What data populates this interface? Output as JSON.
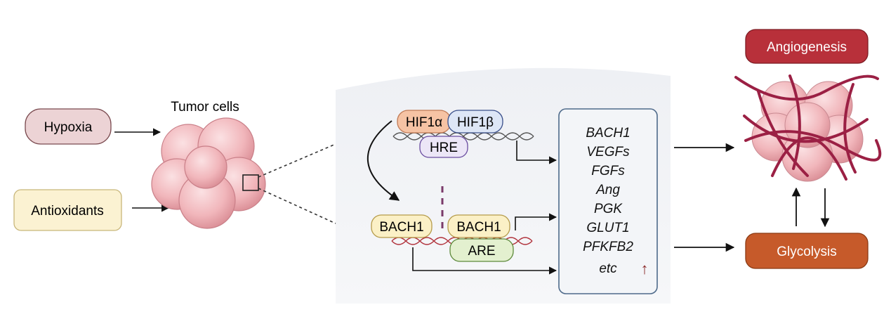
{
  "inputs": {
    "hypoxia": "Hypoxia",
    "antioxidants": "Antioxidants"
  },
  "tumor": {
    "title": "Tumor cells"
  },
  "complex": {
    "hif1a": "HIF1α",
    "hif1b": "HIF1β",
    "hre": "HRE",
    "bach1_free": "BACH1",
    "bach1_bound": "BACH1",
    "are": "ARE"
  },
  "targets": {
    "genes": [
      "BACH1",
      "VEGFs",
      "FGFs",
      "Ang",
      "PGK",
      "GLUT1",
      "PFKFB2",
      "etc"
    ],
    "up_arrow": "↑"
  },
  "outcomes": {
    "angiogenesis": "Angiogenesis",
    "glycolysis": "Glycolysis"
  },
  "colors": {
    "hypoxia_fill": "#ecd3d5",
    "antioxidant_fill": "#fbf2d2",
    "hif1a_fill": "#f6c3a4",
    "hif1b_fill": "#dde6f6",
    "hre_fill": "#ece6f7",
    "bach1_fill": "#fbf0c6",
    "are_fill": "#e3f0cf",
    "angiogenesis_fill": "#b8303a",
    "glycolysis_fill": "#c65a2a",
    "vessel": "#9b2044",
    "cell": "#f3bcc0"
  }
}
